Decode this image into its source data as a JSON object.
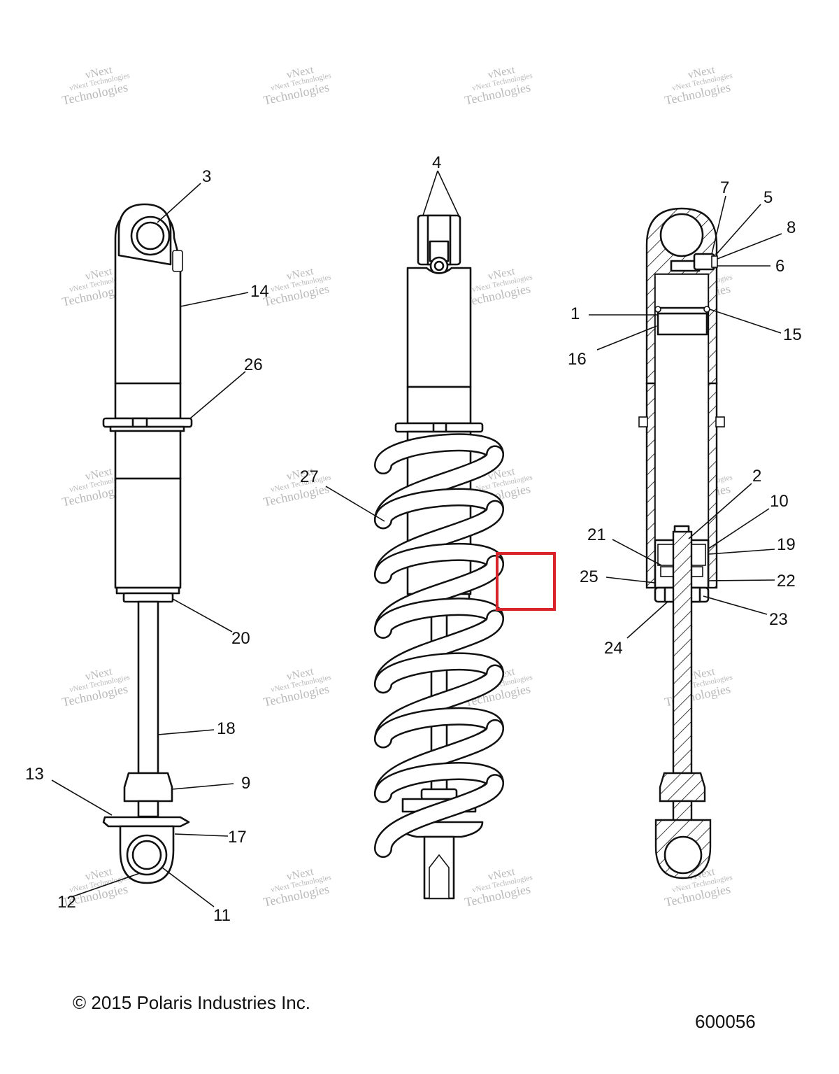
{
  "watermark": {
    "line1": "vNext Technologies",
    "line2": "vNext",
    "line3": "Technologies"
  },
  "callouts": [
    "1",
    "2",
    "3",
    "4",
    "5",
    "6",
    "7",
    "8",
    "9",
    "10",
    "11",
    "12",
    "13",
    "14",
    "15",
    "16",
    "17",
    "18",
    "19",
    "20",
    "21",
    "22",
    "23",
    "24",
    "25",
    "26",
    "27"
  ],
  "footer": {
    "copyright": "© 2015 Polaris Industries Inc.",
    "figure_number": "600056"
  },
  "colors": {
    "highlight": "#d9232a",
    "line": "#111111",
    "watermark": "#b9b9b9"
  }
}
